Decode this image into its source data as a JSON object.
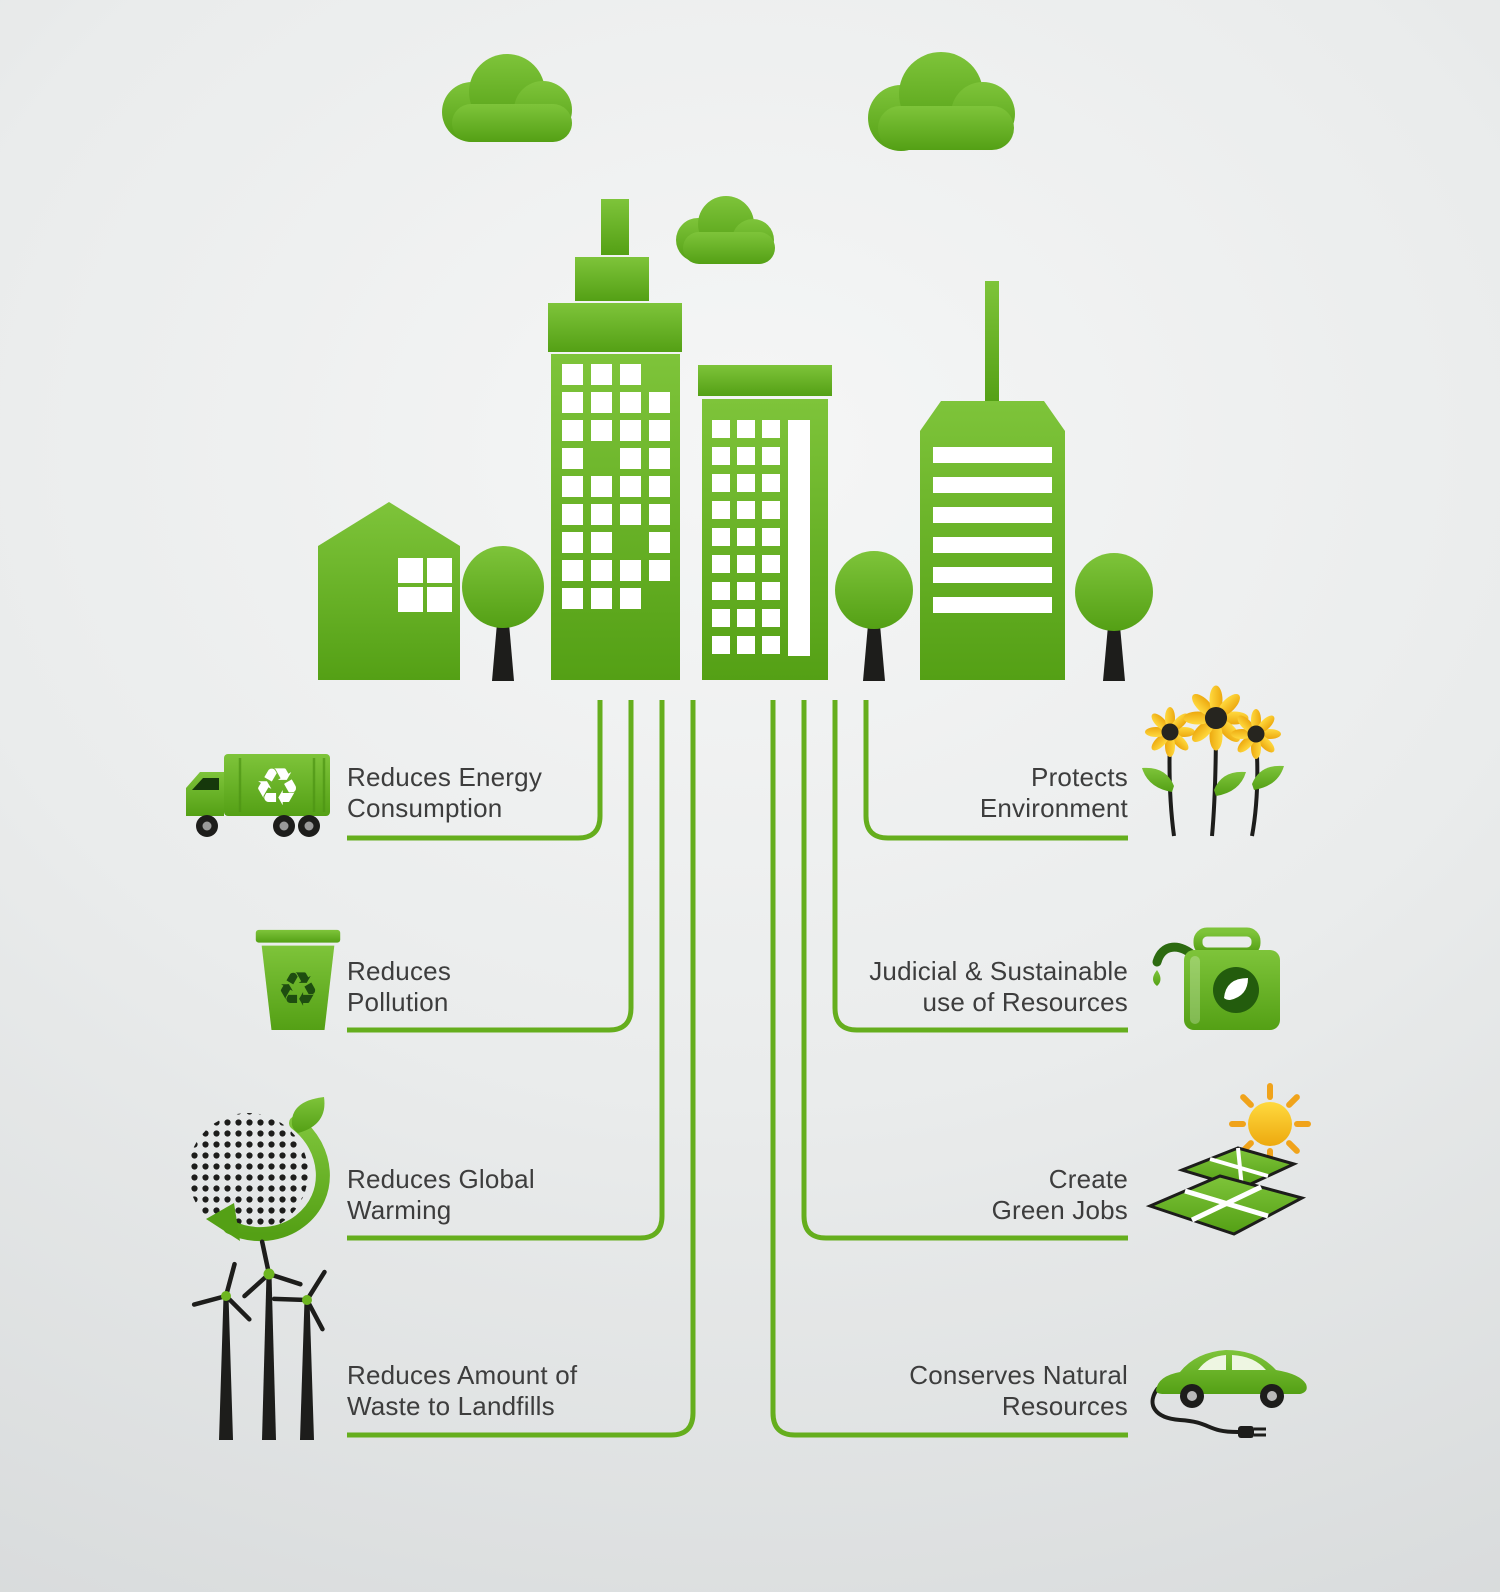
{
  "colors": {
    "accent_green": "#65ae1d",
    "building_green_light": "#7ec43a",
    "building_green_dark": "#54a015",
    "dark": "#1d1d1b",
    "text": "#3d3d3d",
    "sun_yellow": "#f5c41c",
    "background": "#e9ebeb"
  },
  "glyphs": {
    "recycle": "♻"
  },
  "scene": {
    "name": "green-city-skyline",
    "elements": [
      "cloud-icon",
      "cloud-icon",
      "cloud-icon",
      "house-icon",
      "tree-icon",
      "skyscraper-icon",
      "apartment-building-icon",
      "office-building-icon",
      "tree-icon",
      "tree-icon"
    ]
  },
  "items": {
    "left": [
      {
        "icon": "garbage-truck-icon",
        "line1": "Reduces Energy",
        "line2": "Consumption"
      },
      {
        "icon": "recycle-bin-icon",
        "line1": "Reduces",
        "line2": "Pollution"
      },
      {
        "icon": "globe-leaf-arrow-icon",
        "line1": "Reduces Global",
        "line2": "Warming"
      },
      {
        "icon": "wind-turbines-icon",
        "line1": "Reduces Amount of",
        "line2": "Waste to Landfills"
      }
    ],
    "right": [
      {
        "icon": "sunflowers-icon",
        "line1": "Protects",
        "line2": "Environment"
      },
      {
        "icon": "fuel-can-icon",
        "line1": "Judicial & Sustainable",
        "line2": "use of Resources"
      },
      {
        "icon": "solar-panels-icon",
        "line1": "Create",
        "line2": "Green Jobs"
      },
      {
        "icon": "electric-car-icon",
        "line1": "Conserves Natural",
        "line2": "Resources"
      }
    ]
  }
}
